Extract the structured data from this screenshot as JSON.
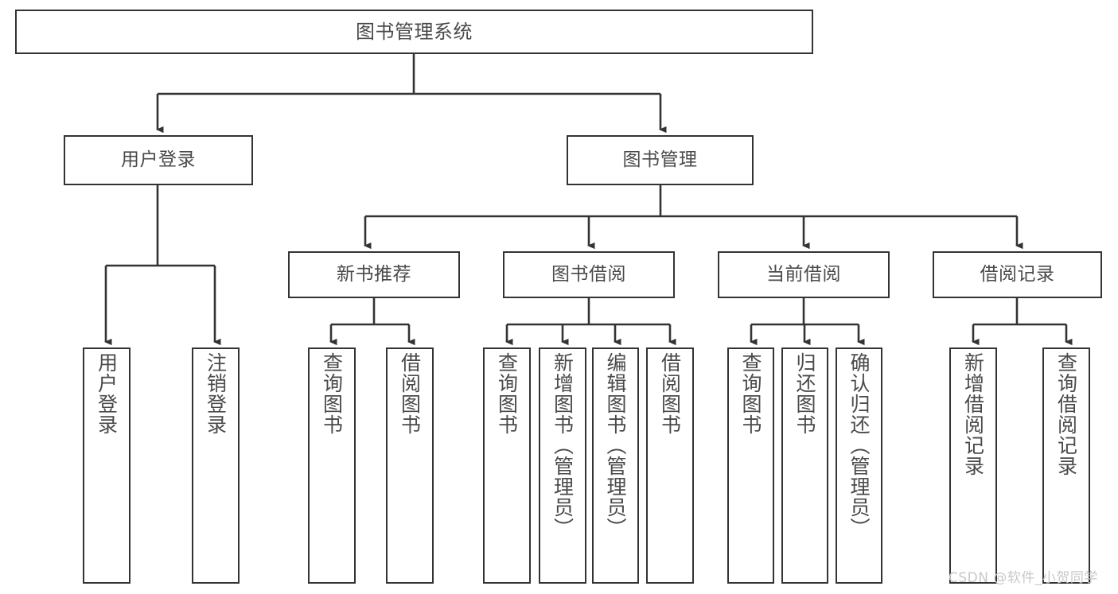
{
  "diagram": {
    "title": "图书管理系统",
    "type": "hierarchy-tree",
    "root": {
      "id": "root",
      "label": "图书管理系统"
    },
    "level1": [
      {
        "id": "user-login",
        "label": "用户登录"
      },
      {
        "id": "book-manage",
        "label": "图书管理"
      }
    ],
    "level2": [
      {
        "id": "new-book-recommend",
        "label": "新书推荐",
        "parent": "book-manage"
      },
      {
        "id": "book-borrow",
        "label": "图书借阅",
        "parent": "book-manage"
      },
      {
        "id": "current-borrow",
        "label": "当前借阅",
        "parent": "book-manage"
      },
      {
        "id": "borrow-record",
        "label": "借阅记录",
        "parent": "book-manage"
      }
    ],
    "leaves": [
      {
        "id": "leaf-user-login",
        "label": "用户登录",
        "parent": "user-login"
      },
      {
        "id": "leaf-logout",
        "label": "注销登录",
        "parent": "user-login"
      },
      {
        "id": "leaf-query-book-1",
        "label": "查询图书",
        "parent": "new-book-recommend"
      },
      {
        "id": "leaf-borrow-book-1",
        "label": "借阅图书",
        "parent": "new-book-recommend"
      },
      {
        "id": "leaf-query-book-2",
        "label": "查询图书",
        "parent": "book-borrow"
      },
      {
        "id": "leaf-add-book",
        "label": "新增图书（管理员）",
        "parent": "book-borrow"
      },
      {
        "id": "leaf-edit-book",
        "label": "编辑图书（管理员）",
        "parent": "book-borrow"
      },
      {
        "id": "leaf-borrow-book-2",
        "label": "借阅图书",
        "parent": "book-borrow"
      },
      {
        "id": "leaf-query-book-3",
        "label": "查询图书",
        "parent": "current-borrow"
      },
      {
        "id": "leaf-return-book",
        "label": "归还图书",
        "parent": "current-borrow"
      },
      {
        "id": "leaf-confirm-return",
        "label": "确认归还（管理员）",
        "parent": "current-borrow"
      },
      {
        "id": "leaf-add-record",
        "label": "新增借阅记录",
        "parent": "borrow-record"
      },
      {
        "id": "leaf-query-record",
        "label": "查询借阅记录",
        "parent": "borrow-record"
      }
    ],
    "colors": {
      "stroke": "#333333",
      "text": "#4a4a4a",
      "background": "#ffffff",
      "watermark": "#c8c8c8"
    }
  },
  "watermark": {
    "text": "CSDN @软件_小贺同学"
  }
}
